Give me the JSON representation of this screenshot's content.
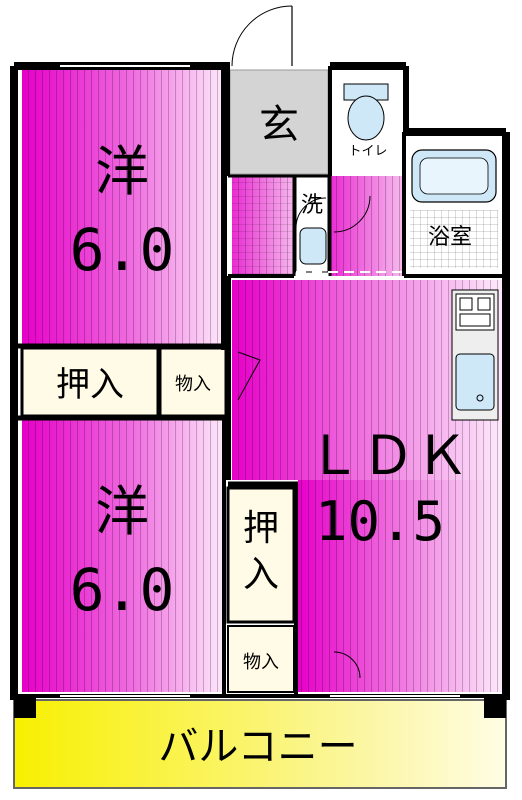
{
  "rooms": {
    "western_top": {
      "kanji": "洋",
      "size": "6.0"
    },
    "western_bottom": {
      "kanji": "洋",
      "size": "6.0"
    },
    "ldk": {
      "label": "ＬＤＫ",
      "size": "10.5"
    },
    "genkan": "玄",
    "toilet": "トイレ",
    "washroom": "洗",
    "bath": "浴室",
    "closet_left": "押入",
    "storage_left": "物入",
    "closet_mid": "押入",
    "storage_mid": "物入",
    "balcony": "バルコニー"
  },
  "colors": {
    "magenta": "#ee00cc",
    "pink_light": "#f6c6f0",
    "balcony_yellow": "#f8f000",
    "cream": "#fffbe6",
    "wall": "#000000",
    "genkan_grey": "#cfcfcf"
  }
}
